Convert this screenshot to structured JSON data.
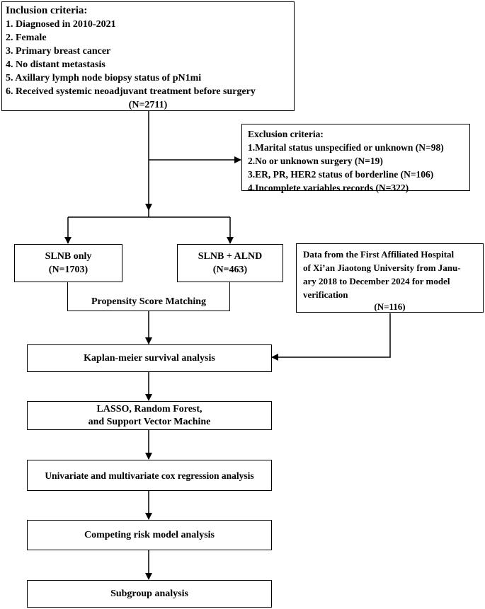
{
  "inclusion": {
    "title": "Inclusion criteria:",
    "items": [
      "1. Diagnosed in 2010-2021",
      "2. Female",
      "3. Primary breast cancer",
      "4. No distant metastasis",
      "5. Axillary lymph node biopsy status of  pN1mi",
      "6. Received systemic neoadjuvant treatment before surgery"
    ],
    "count": "(N=2711)"
  },
  "exclusion": {
    "title": "Exclusion criteria:",
    "items": [
      "1.Marital status unspecified or unknown (N=98)",
      "2.No or unknown surgery (N=19)",
      "3.ER, PR, HER2 status of borderline (N=106)",
      "4.Incomplete variables records (N=322)"
    ]
  },
  "slnb_only": {
    "label": "SLNB only",
    "count": "(N=1703)"
  },
  "slnb_alnd": {
    "label": "SLNB + ALND",
    "count": "(N=463)"
  },
  "external": {
    "lines": [
      "Data from the First Affiliated Hospital",
      "of Xi’an Jiaotong University from Janu-",
      "ary 2018 to December 2024 for model",
      "verification"
    ],
    "count": "(N=116)"
  },
  "psm_label": "Propensity Score Matching",
  "km": "Kaplan-meier survival analysis",
  "ml": {
    "line1": "LASSO, Random Forest,",
    "line2": "and Support Vector Machine"
  },
  "cox": "Univariate and multivariate cox regression analysis",
  "competing": "Competing risk model analysis",
  "subgroup": "Subgroup analysis"
}
